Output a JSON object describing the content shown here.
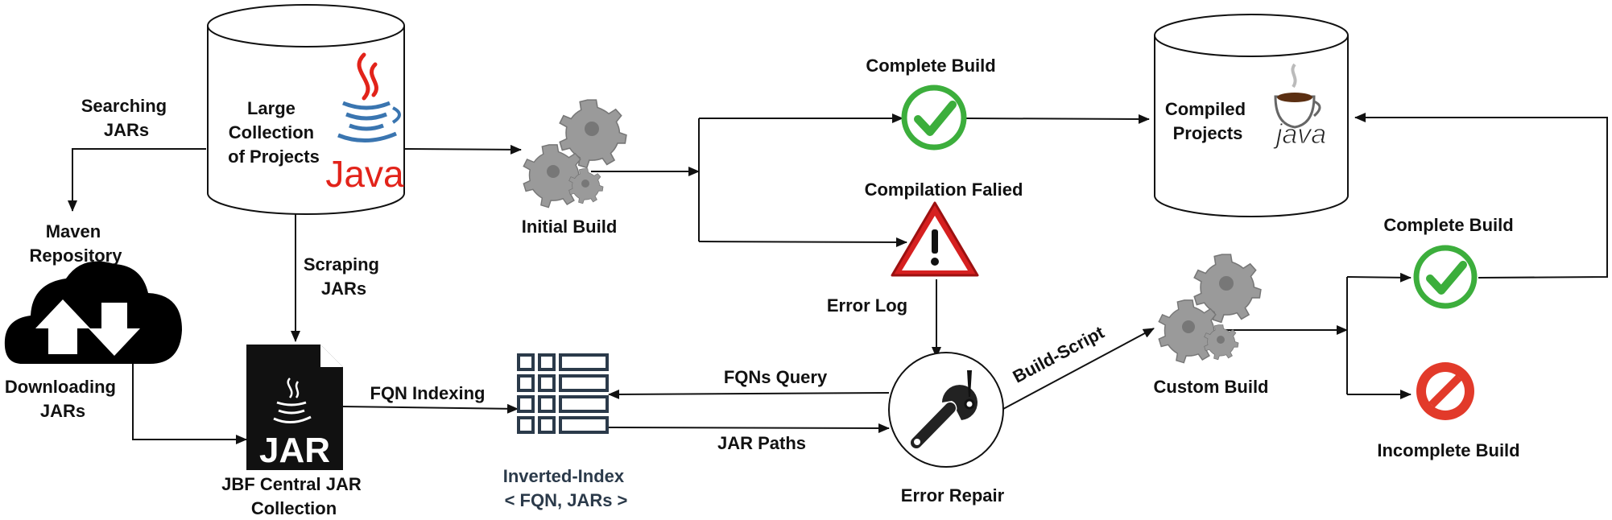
{
  "labels": {
    "large_collection": [
      "Large",
      "Collection",
      "of Projects"
    ],
    "searching_jars": [
      "Searching",
      "JARs"
    ],
    "maven_repository": [
      "Maven",
      "Repository"
    ],
    "downloading_jars": [
      "Downloading",
      "JARs"
    ],
    "scraping_jars": [
      "Scraping",
      "JARs"
    ],
    "jbf_collection": [
      "JBF Central JAR",
      "Collection"
    ],
    "fqn_indexing": "FQN Indexing",
    "inverted_index": [
      "Inverted-Index",
      "< FQN, JARs >"
    ],
    "initial_build": "Initial Build",
    "complete_build_top": "Complete Build",
    "compilation_failed": "Compilation Falied",
    "error_log": "Error Log",
    "fqns_query": "FQNs Query",
    "jar_paths": "JAR Paths",
    "error_repair": "Error Repair",
    "build_script": "Build-Script",
    "custom_build": "Custom Build",
    "compiled_projects": [
      "Compiled",
      "Projects"
    ],
    "complete_build_right": "Complete Build",
    "incomplete_build": "Incomplete Build"
  },
  "logos": {
    "java_text": "Java",
    "java_cup_text": "java",
    "jar_file_text": "JAR"
  },
  "colors": {
    "java_red": "#e2231a",
    "java_blue": "#3a75b0",
    "success_green": "#3cae3c",
    "warning_red": "#d62020",
    "forbid_red": "#e23a2a",
    "gear_gray": "#9a9a9a",
    "index_navy": "#2b3a4a"
  },
  "icons": [
    "database-icon",
    "java-logo-icon",
    "cloud-download-icon",
    "jar-file-icon",
    "table-index-icon",
    "gears-icon",
    "check-icon",
    "warning-icon",
    "wrench-icon",
    "java-cup-icon",
    "forbidden-icon"
  ]
}
